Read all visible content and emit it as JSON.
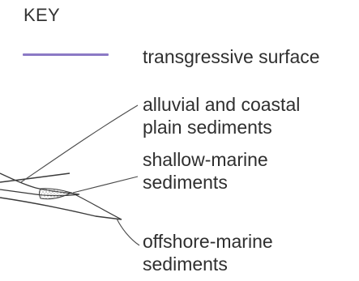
{
  "key": {
    "title": "KEY"
  },
  "legend": {
    "transgressive_surface": {
      "label": "transgressive surface",
      "color": "#8b79c5"
    }
  },
  "labels": {
    "alluvial": {
      "line1": "alluvial and coastal",
      "line2": "plain sediments"
    },
    "shallow": {
      "line1": "shallow-marine",
      "line2": "sediments"
    },
    "offshore": {
      "line1": "offshore-marine",
      "line2": "sediments"
    }
  },
  "colors": {
    "ink": "#3a3a3a",
    "stipple": "#9a9a9a"
  }
}
